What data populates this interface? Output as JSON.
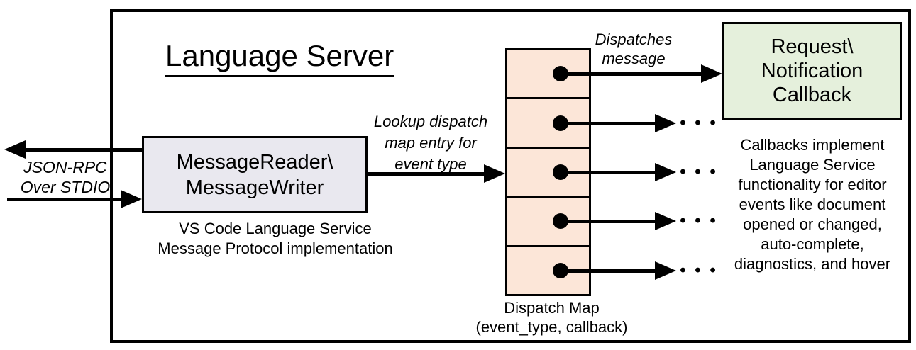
{
  "diagram": {
    "title": "Language Server",
    "stdio_label": {
      "line1": "JSON-RPC",
      "line2": "Over STDIO"
    },
    "message_box": {
      "line1": "MessageReader\\",
      "line2": "MessageWriter",
      "caption_line1": "VS Code Language Service",
      "caption_line2": "Message Protocol implementation"
    },
    "lookup_label": {
      "line1": "Lookup dispatch",
      "line2": "map entry for",
      "line3": "event type"
    },
    "dispatches_label": {
      "line1": "Dispatches",
      "line2": "message"
    },
    "dispatch_map": {
      "row_count": "5",
      "caption_line1": "Dispatch Map",
      "caption_line2": "(event_type, callback)"
    },
    "callback_box": {
      "line1": "Request\\",
      "line2": "Notification",
      "line3": "Callback"
    },
    "callbacks_note": {
      "lines": [
        "Callbacks implement",
        "Language Service",
        "functionality for editor",
        "events like document",
        "opened or changed,",
        "auto-complete,",
        "diagnostics, and hover"
      ]
    },
    "ellipsis": "• • •",
    "colors": {
      "message_box_fill": "#e9e8ef",
      "dispatch_cell_fill": "#fce6d8",
      "callback_box_fill": "#e5f0dc",
      "stroke": "#000000"
    }
  }
}
